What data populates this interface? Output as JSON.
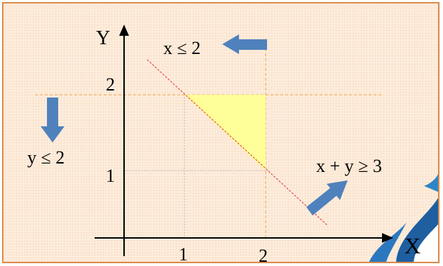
{
  "diagram": {
    "axis_x_label": "X",
    "axis_y_label": "Y",
    "x_ticks": [
      "1",
      "2"
    ],
    "y_ticks": [
      "1",
      "2"
    ],
    "constraints": {
      "x_le_2": "x ≤ 2",
      "y_le_2": "y ≤ 2",
      "x_plus_y_ge_3": "x + y ≥ 3"
    },
    "feasible_region": {
      "vertices": [
        [
          1,
          2
        ],
        [
          2,
          2
        ],
        [
          2,
          1
        ]
      ],
      "color": "#ffff99"
    },
    "colors": {
      "background": "#fbe5cf",
      "border": "#d9894a",
      "arrow_fill": "#4f81bd",
      "boundary_line": "#e03030",
      "guide_line": "#f0a040"
    }
  }
}
